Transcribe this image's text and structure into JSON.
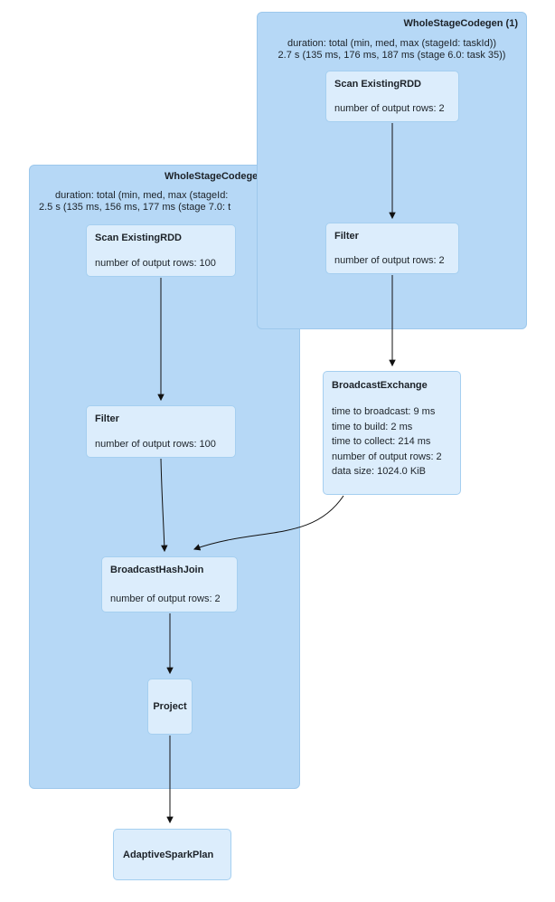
{
  "colors": {
    "canvas_bg": "#ffffff",
    "cluster_fill": "#b6d8f6",
    "cluster_border": "#9dc8ec",
    "node_fill": "#dcedfc",
    "node_border": "#a5cff0",
    "text": "#1c2228",
    "edge": "#111111"
  },
  "clusters": {
    "right": {
      "title": "WholeStageCodegen (1)",
      "duration_label": "duration: total (min, med, max (stageId: taskId))",
      "duration_value": "2.7 s (135 ms, 176 ms, 187 ms (stage 6.0: task 35))"
    },
    "left": {
      "title": "WholeStageCodege",
      "duration_label": "duration: total (min, med, max (stageId:",
      "duration_value": "2.5 s (135 ms, 156 ms, 177 ms (stage 7.0: t"
    }
  },
  "nodes": {
    "scan_right": {
      "title": "Scan ExistingRDD",
      "metrics": [
        "number of output rows: 2"
      ]
    },
    "filter_right": {
      "title": "Filter",
      "metrics": [
        "number of output rows: 2"
      ]
    },
    "broadcast_exchange": {
      "title": "BroadcastExchange",
      "metrics": [
        "time to broadcast: 9 ms",
        "time to build: 2 ms",
        "time to collect: 214 ms",
        "number of output rows: 2",
        "data size: 1024.0 KiB"
      ]
    },
    "scan_left": {
      "title": "Scan ExistingRDD",
      "metrics": [
        "number of output rows: 100"
      ]
    },
    "filter_left": {
      "title": "Filter",
      "metrics": [
        "number of output rows: 100"
      ]
    },
    "broadcast_hash_join": {
      "title": "BroadcastHashJoin",
      "metrics": [
        "number of output rows: 2"
      ]
    },
    "project": {
      "title": "Project"
    },
    "adaptive_spark_plan": {
      "title": "AdaptiveSparkPlan"
    }
  }
}
